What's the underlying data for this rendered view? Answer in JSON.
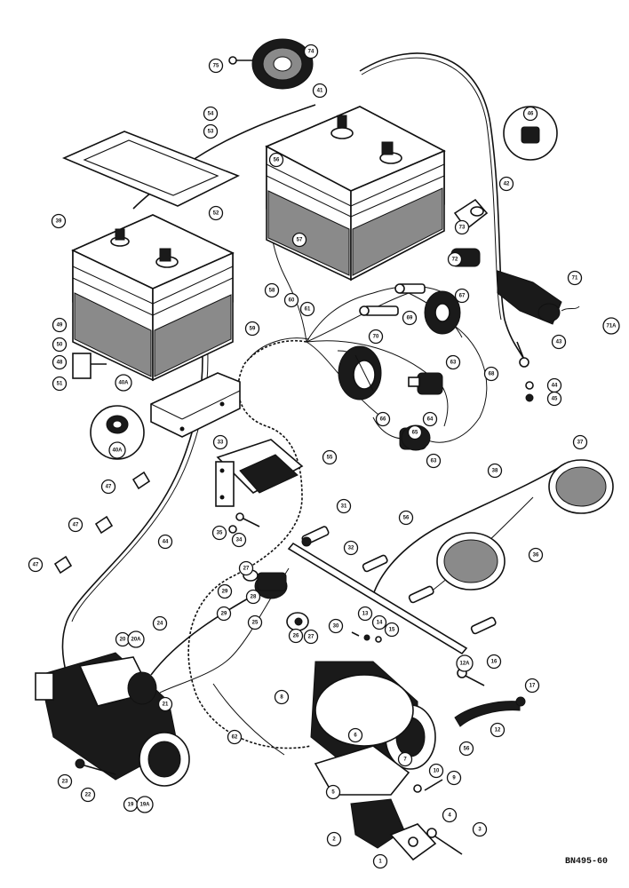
{
  "diagram": {
    "drawing_code": "BN495-60",
    "callouts": [
      {
        "id": "c75",
        "text": "75"
      },
      {
        "id": "c74",
        "text": "74"
      },
      {
        "id": "c41",
        "text": "41"
      },
      {
        "id": "c54",
        "text": "54"
      },
      {
        "id": "c53",
        "text": "53"
      },
      {
        "id": "c46",
        "text": "46"
      },
      {
        "id": "c56a",
        "text": "56"
      },
      {
        "id": "c57a",
        "text": "57"
      },
      {
        "id": "c52",
        "text": "52"
      },
      {
        "id": "c42",
        "text": "42"
      },
      {
        "id": "c39",
        "text": "39"
      },
      {
        "id": "c73",
        "text": "73"
      },
      {
        "id": "c72",
        "text": "72"
      },
      {
        "id": "c71",
        "text": "71"
      },
      {
        "id": "c71a",
        "text": "71A"
      },
      {
        "id": "c58",
        "text": "58"
      },
      {
        "id": "c60",
        "text": "60"
      },
      {
        "id": "c61",
        "text": "61"
      },
      {
        "id": "c67",
        "text": "67"
      },
      {
        "id": "c69",
        "text": "69"
      },
      {
        "id": "c59",
        "text": "59"
      },
      {
        "id": "c49",
        "text": "49"
      },
      {
        "id": "c50",
        "text": "50"
      },
      {
        "id": "c48",
        "text": "48"
      },
      {
        "id": "c51",
        "text": "51"
      },
      {
        "id": "c40a",
        "text": "40A"
      },
      {
        "id": "c70",
        "text": "70"
      },
      {
        "id": "c43",
        "text": "43"
      },
      {
        "id": "c63a",
        "text": "63"
      },
      {
        "id": "c68",
        "text": "68"
      },
      {
        "id": "c44",
        "text": "44"
      },
      {
        "id": "c45",
        "text": "45"
      },
      {
        "id": "c40b",
        "text": "40A"
      },
      {
        "id": "c66",
        "text": "66"
      },
      {
        "id": "c64",
        "text": "64"
      },
      {
        "id": "c65",
        "text": "65"
      },
      {
        "id": "c63b",
        "text": "63"
      },
      {
        "id": "c33",
        "text": "33"
      },
      {
        "id": "c55",
        "text": "55"
      },
      {
        "id": "c37",
        "text": "37"
      },
      {
        "id": "c38",
        "text": "38"
      },
      {
        "id": "c47a",
        "text": "47"
      },
      {
        "id": "c35",
        "text": "35"
      },
      {
        "id": "c34",
        "text": "34"
      },
      {
        "id": "c31",
        "text": "31"
      },
      {
        "id": "c56b",
        "text": "56"
      },
      {
        "id": "c47b",
        "text": "47"
      },
      {
        "id": "c44b",
        "text": "44"
      },
      {
        "id": "c32",
        "text": "32"
      },
      {
        "id": "c36",
        "text": "36"
      },
      {
        "id": "c47c",
        "text": "47"
      },
      {
        "id": "c27a",
        "text": "27"
      },
      {
        "id": "c29a",
        "text": "29"
      },
      {
        "id": "c28",
        "text": "28"
      },
      {
        "id": "c29b",
        "text": "29"
      },
      {
        "id": "c25",
        "text": "25"
      },
      {
        "id": "c30",
        "text": "30"
      },
      {
        "id": "c13",
        "text": "13"
      },
      {
        "id": "c14",
        "text": "14"
      },
      {
        "id": "c15",
        "text": "15"
      },
      {
        "id": "c26",
        "text": "26"
      },
      {
        "id": "c27b",
        "text": "27"
      },
      {
        "id": "c24",
        "text": "24"
      },
      {
        "id": "c20",
        "text": "20"
      },
      {
        "id": "c20a",
        "text": "20A"
      },
      {
        "id": "c12a",
        "text": "12A"
      },
      {
        "id": "c16",
        "text": "16"
      },
      {
        "id": "c17",
        "text": "17"
      },
      {
        "id": "c21",
        "text": "21"
      },
      {
        "id": "c8",
        "text": "8"
      },
      {
        "id": "c12",
        "text": "12"
      },
      {
        "id": "c6",
        "text": "6"
      },
      {
        "id": "c62",
        "text": "62"
      },
      {
        "id": "c7",
        "text": "7"
      },
      {
        "id": "c23",
        "text": "23"
      },
      {
        "id": "c22",
        "text": "22"
      },
      {
        "id": "c19",
        "text": "19"
      },
      {
        "id": "c19a",
        "text": "19A"
      },
      {
        "id": "c56c",
        "text": "56"
      },
      {
        "id": "c10",
        "text": "10"
      },
      {
        "id": "c9",
        "text": "9"
      },
      {
        "id": "c5",
        "text": "5"
      },
      {
        "id": "c4",
        "text": "4"
      },
      {
        "id": "c3",
        "text": "3"
      },
      {
        "id": "c2",
        "text": "2"
      },
      {
        "id": "c1",
        "text": "1"
      }
    ]
  }
}
